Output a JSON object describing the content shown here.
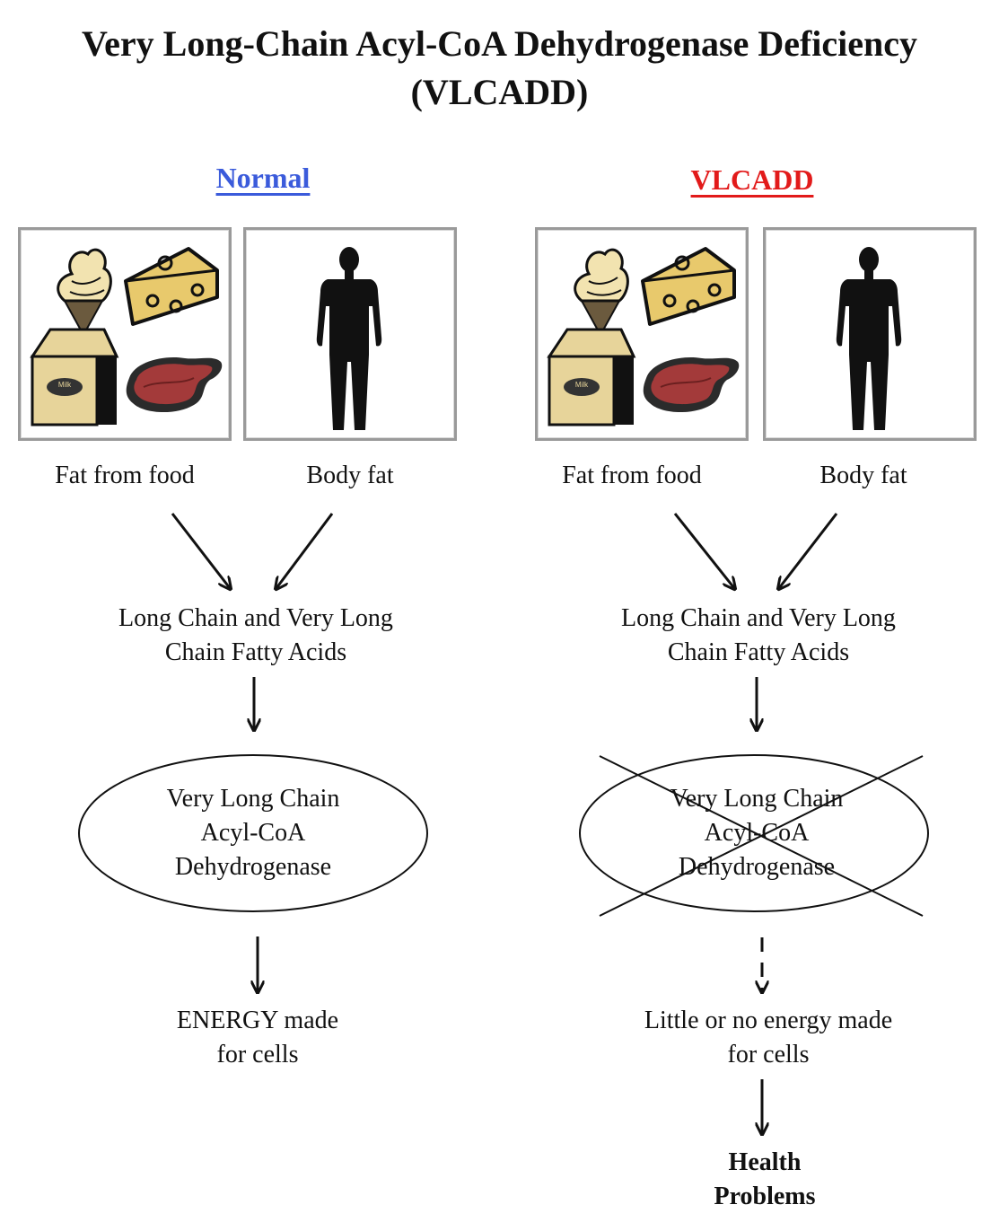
{
  "title_line1": "Very Long-Chain Acyl-CoA Dehydrogenase Deficiency",
  "title_line2": "(VLCADD)",
  "colors": {
    "normal": "#3b5bdb",
    "vlcadd": "#e21a1a",
    "food_tan": "#e7d49a",
    "meat": "#a33a3a"
  },
  "normal": {
    "heading": "Normal",
    "food_label": "Fat from food",
    "body_label": "Body fat",
    "fatty_acids_line1": "Long Chain and Very Long",
    "fatty_acids_line2": "Chain Fatty Acids",
    "enzyme_line1": "Very Long Chain",
    "enzyme_line2": "Acyl-CoA",
    "enzyme_line3": "Dehydrogenase",
    "result_line1": "ENERGY made",
    "result_line2": "for cells"
  },
  "vlcadd": {
    "heading": "VLCADD",
    "food_label": "Fat from food",
    "body_label": "Body fat",
    "fatty_acids_line1": "Long Chain and Very Long",
    "fatty_acids_line2": "Chain Fatty Acids",
    "enzyme_line1": "Very Long Chain",
    "enzyme_line2": "Acyl-CoA",
    "enzyme_line3": "Dehydrogenase",
    "result_line1": "Little or no energy made",
    "result_line2": "for cells",
    "outcome_line1": "Health",
    "outcome_line2": "Problems"
  },
  "milk_carton_text": "Milk",
  "icons": [
    "ice-cream-icon",
    "cheese-icon",
    "milk-carton-icon",
    "steak-icon",
    "human-silhouette-icon",
    "arrow-icon",
    "cross-out-icon"
  ]
}
